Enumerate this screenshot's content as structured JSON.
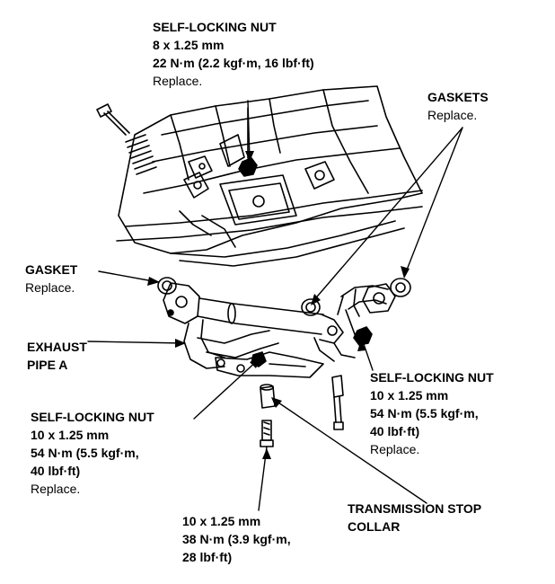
{
  "top_nut": {
    "title": "SELF-LOCKING NUT",
    "size": "8 x 1.25 mm",
    "torque": "22 N·m (2.2 kgf·m, 16 lbf·ft)",
    "note": "Replace."
  },
  "gaskets": {
    "title": "GASKETS",
    "note": "Replace."
  },
  "gasket": {
    "title": "GASKET",
    "note": "Replace."
  },
  "exhaust_pipe": {
    "line1": "EXHAUST",
    "line2": "PIPE A"
  },
  "right_nut": {
    "title": "SELF-LOCKING NUT",
    "size": "10 x 1.25 mm",
    "torque1": "54 N·m (5.5 kgf·m,",
    "torque2": "40 lbf·ft)",
    "note": "Replace."
  },
  "left_nut": {
    "title": "SELF-LOCKING NUT",
    "size": "10 x 1.25 mm",
    "torque1": "54 N·m (5.5 kgf·m,",
    "torque2": "40 lbf·ft)",
    "note": "Replace."
  },
  "collar": {
    "line1": "TRANSMISSION STOP",
    "line2": "COLLAR"
  },
  "bolt": {
    "size": "10 x 1.25 mm",
    "torque1": "38 N·m (3.9 kgf·m,",
    "torque2": "28 lbf·ft)"
  }
}
